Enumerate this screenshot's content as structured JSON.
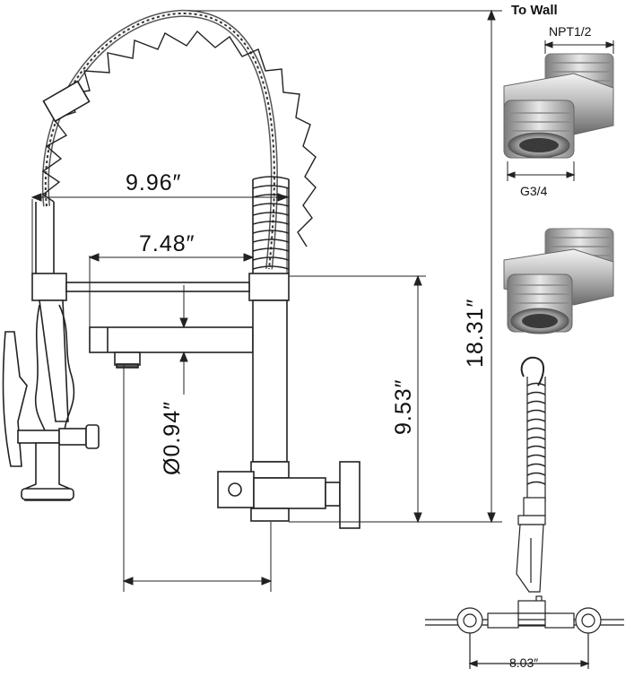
{
  "dimensions": {
    "overall_height": "18.31″",
    "reach_total": "9.96″",
    "spout_reach": "7.48″",
    "body_height": "9.53″",
    "aerator_diameter": "Ø0.94″",
    "mount_center": "8.03″"
  },
  "adapter": {
    "title": "To Wall",
    "thread_top": "NPT1/2",
    "thread_bottom": "G3/4"
  },
  "colors": {
    "line": "#222222",
    "metal_light": "#e6e6e6",
    "metal_mid": "#a8a8a8",
    "metal_dark": "#5c5c5c"
  }
}
